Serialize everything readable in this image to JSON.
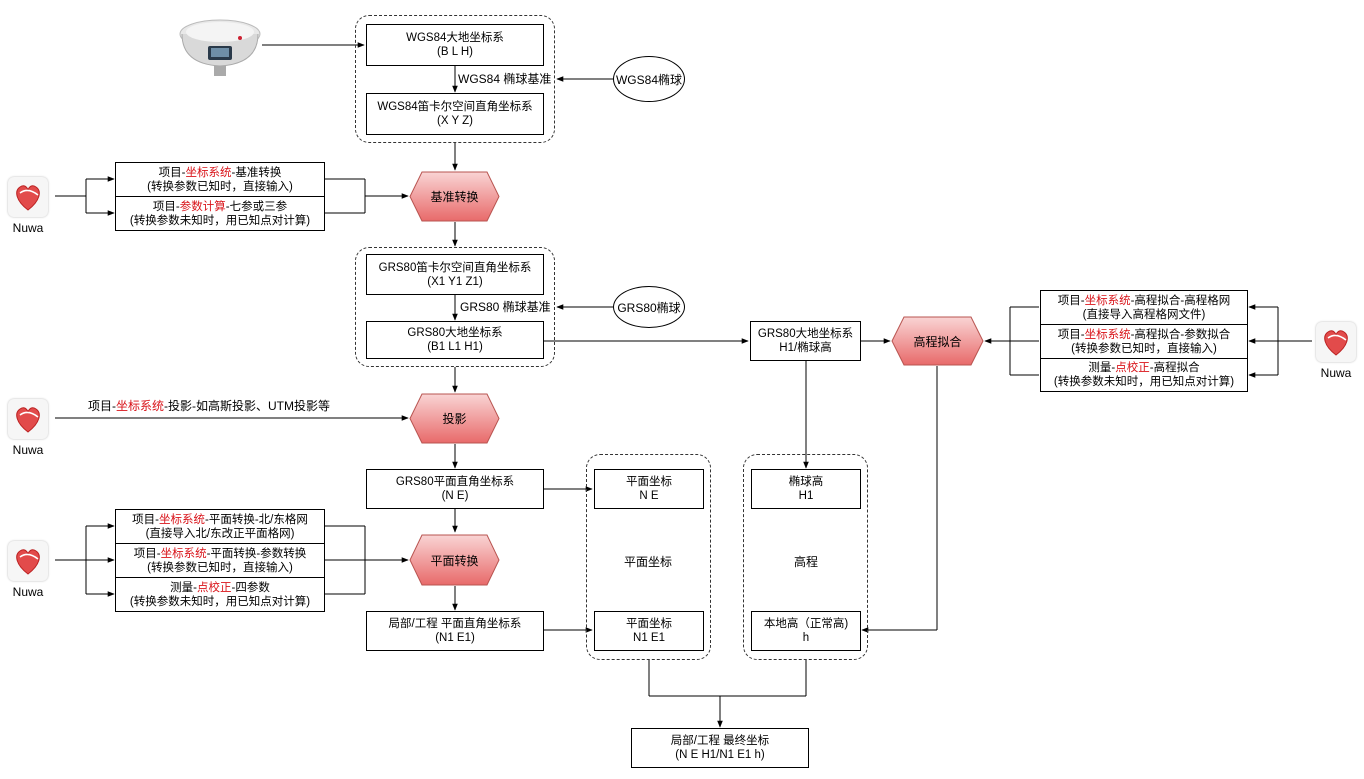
{
  "nodes": {
    "wgs84_geo": {
      "l1": "WGS84大地坐标系",
      "l2": "(B L H)"
    },
    "wgs84_ecef": {
      "l1": "WGS84笛卡尔空间直角坐标系",
      "l2": "(X Y Z)"
    },
    "grs80_ecef": {
      "l1": "GRS80笛卡尔空间直角坐标系",
      "l2": "(X1 Y1 Z1)"
    },
    "grs80_geo": {
      "l1": "GRS80大地坐标系",
      "l2": "(B1 L1 H1)"
    },
    "grs80_geo_h": {
      "l1": "GRS80大地坐标系",
      "l2": "H1/椭球高"
    },
    "grs80_plane": {
      "l1": "GRS80平面直角坐标系",
      "l2": "(N E)"
    },
    "local_plane": {
      "l1": "局部/工程 平面直角坐标系",
      "l2": "(N1 E1)"
    },
    "plane_ne": {
      "l1": "平面坐标",
      "l2": "N E"
    },
    "plane_n1e1": {
      "l1": "平面坐标",
      "l2": "N1 E1"
    },
    "ellip_h": {
      "l1": "椭球高",
      "l2": "H1"
    },
    "local_h": {
      "l1": "本地高（正常高)",
      "l2": "h"
    },
    "final": {
      "l1": "局部/工程 最终坐标",
      "l2": "(N E H1/N1 E1 h)"
    }
  },
  "group_labels": {
    "plane": "平面坐标",
    "height": "高程"
  },
  "edge_labels": {
    "wgs84_datum": "WGS84 椭球基准",
    "grs80_datum": "GRS80 椭球基准"
  },
  "ellipses": {
    "wgs84": "WGS84椭球",
    "grs80": "GRS80椭球"
  },
  "processes": {
    "datum": "基准转换",
    "projection": "投影",
    "plane": "平面转换",
    "height": "高程拟合"
  },
  "datum_options": [
    {
      "pre": "项目-",
      "red": "坐标系统",
      "post": "-基准转换",
      "sub": "(转换参数已知时，直接输入)"
    },
    {
      "pre": "项目-",
      "red": "参数计算",
      "post": "-七参或三参",
      "sub": "(转换参数未知时，用已知点对计算)"
    }
  ],
  "projection_text": {
    "pre": "项目-",
    "red": "坐标系统",
    "post": "-投影-如高斯投影、UTM投影等"
  },
  "plane_options": [
    {
      "pre": "项目-",
      "red": "坐标系统",
      "post": "-平面转换-北/东格网",
      "sub": "(直接导入北/东改正平面格网)"
    },
    {
      "pre": "项目-",
      "red": "坐标系统",
      "post": "-平面转换-参数转换",
      "sub": "(转换参数已知时，直接输入)"
    },
    {
      "pre": "测量-",
      "red": "点校正",
      "post": "-四参数",
      "sub": "(转换参数未知时，用已知点对计算)"
    }
  ],
  "height_options": [
    {
      "pre": "项目-",
      "red": "坐标系统",
      "post": "-高程拟合-高程格网",
      "sub": "(直接导入高程格网文件)"
    },
    {
      "pre": "项目-",
      "red": "坐标系统",
      "post": "-高程拟合-参数拟合",
      "sub": "(转换参数已知时，直接输入)"
    },
    {
      "pre": "测量-",
      "red": "点校正",
      "post": "-高程拟合",
      "sub": "(转换参数未知时，用已知点对计算)"
    }
  ],
  "app_label": "Nuwa",
  "colors": {
    "red_text": "#d9141a",
    "hex_top": "#f9d4d4",
    "hex_bottom": "#e86a6a",
    "hex_border": "#b85450"
  },
  "icons": {
    "app": "nuwa-heart-logo",
    "receiver": "gnss-receiver-icon"
  }
}
